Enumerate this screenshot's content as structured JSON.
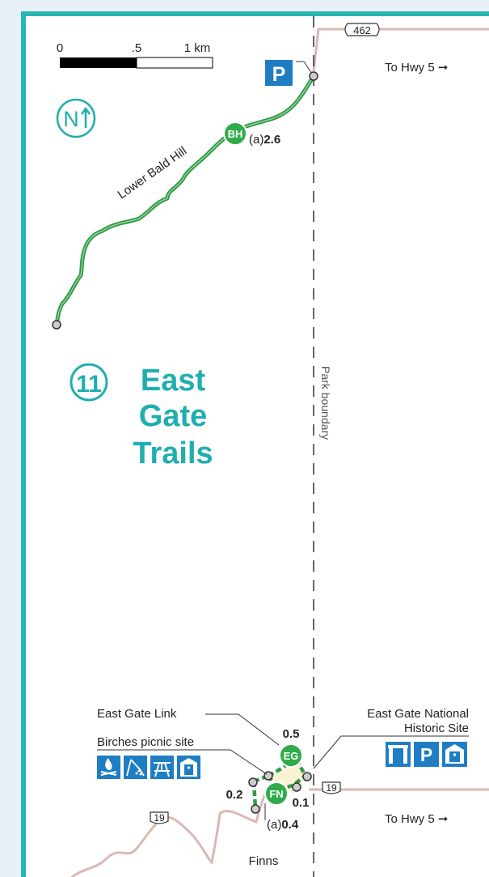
{
  "scale_bar": {
    "tick_0": "0",
    "tick_half": ".5",
    "tick_1": "1 km"
  },
  "north_label": "N",
  "route_badges": {
    "highway_462": "462",
    "highway_19_right": "19",
    "highway_19_left": "19"
  },
  "directions": {
    "to_hwy5_top": "To Hwy 5",
    "to_hwy5_bottom": "To Hwy 5"
  },
  "parking_letter": "P",
  "trail_names": {
    "lower_bald_hill": "Lower Bald Hill"
  },
  "trailheads": {
    "bh": "BH",
    "eg": "EG",
    "fn": "FN"
  },
  "distances": {
    "bh_label_a": "(a)",
    "bh_value": "2.6",
    "eg_value": "0.5",
    "fn_left": "0.2",
    "fn_right": "0.1",
    "fn_label_a": "(a)",
    "fn_value": "0.4"
  },
  "section": {
    "number": "11",
    "title_line1": "East",
    "title_line2": "Gate",
    "title_line3": "Trails"
  },
  "park_boundary_label": "Park boundary",
  "callouts": {
    "east_gate_link": "East Gate Link",
    "birches_picnic_site": "Birches picnic site",
    "east_gate_nhs_line1": "East Gate National",
    "east_gate_nhs_line2": "Historic Site",
    "finns": "Finns"
  },
  "facility_icons": {
    "birches": [
      "campfire-icon",
      "playground-icon",
      "picnic-table-icon",
      "toilet-icon"
    ],
    "east_gate": [
      "gate-icon",
      "parking-icon",
      "toilet-icon"
    ]
  },
  "colors": {
    "frame": "#28b6b3",
    "trail": "#2e9b48",
    "trailhead": "#2fab4b",
    "facility": "#1f7dc4",
    "road": "#d9b8b5"
  }
}
